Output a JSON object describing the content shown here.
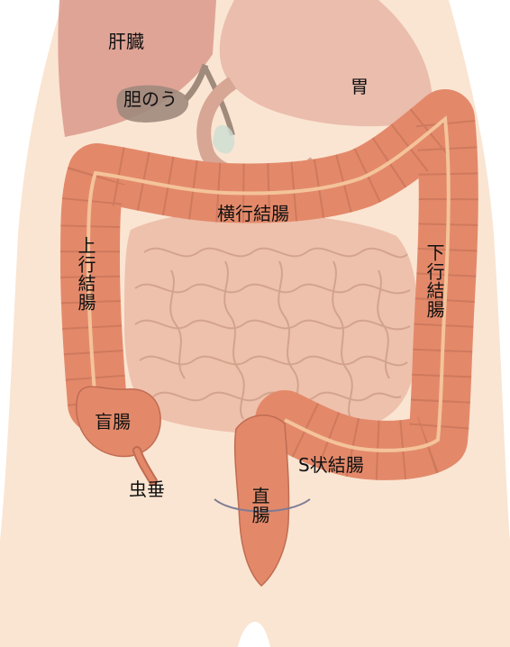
{
  "diagram": {
    "labels": {
      "liver": "肝臓",
      "gallbladder": "胆のう",
      "stomach": "胃",
      "transverse_colon": "横行結腸",
      "ascending_colon": "上行結腸",
      "descending_colon": "下行結腸",
      "cecum": "盲腸",
      "appendix": "虫垂",
      "sigmoid_colon": "S状結腸",
      "rectum": "直腸"
    },
    "colors": {
      "skin": "#fae5d2",
      "liver": "#d9998c",
      "gallbladder": "#a08a7c",
      "stomach": "#e8b8a8",
      "small_intestine": "#eec1ac",
      "large_intestine": "#e3896a",
      "haustra_line": "#c06c52",
      "taenia": "#f4c39a"
    }
  }
}
